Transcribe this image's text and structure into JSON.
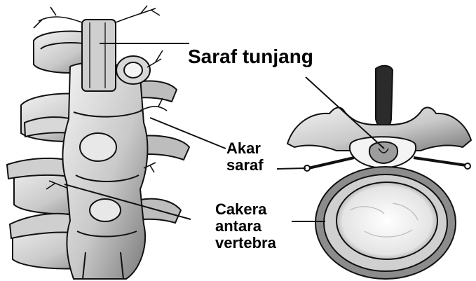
{
  "labels": {
    "spinal_cord": "Saraf tunjang",
    "nerve_root": [
      "Akar",
      "saraf"
    ],
    "disc": [
      "Cakera",
      "antara",
      "vertebra"
    ]
  },
  "colors": {
    "ink": "#111111",
    "bone_light": "#e6e6e6",
    "bone_mid": "#bdbdbd",
    "bone_dark": "#6e6e6e",
    "background": "#ffffff"
  }
}
